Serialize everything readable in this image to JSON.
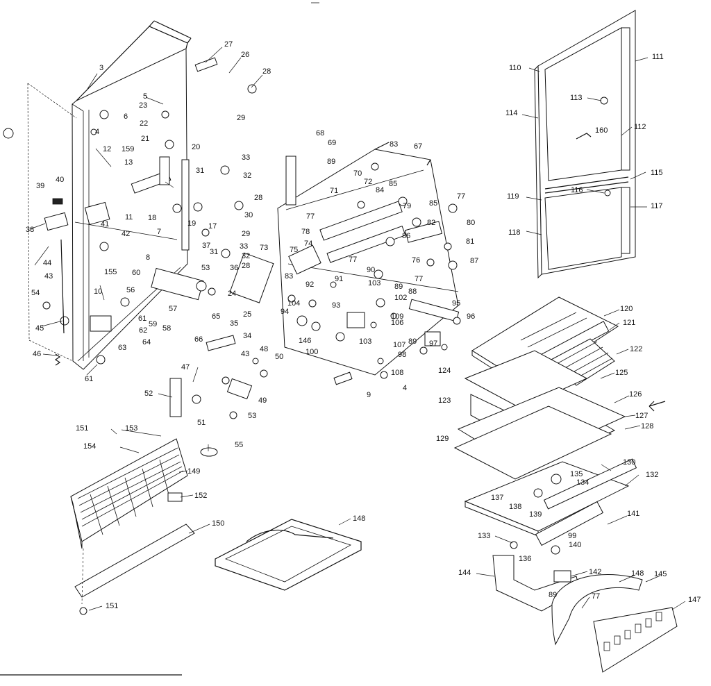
{
  "labels": [
    "3",
    "27",
    "26",
    "28",
    "5",
    "23",
    "29",
    "6",
    "4",
    "22",
    "21",
    "159",
    "20",
    "12",
    "13",
    "33",
    "31",
    "32",
    "39",
    "40",
    "28",
    "11",
    "18",
    "19",
    "17",
    "30",
    "38",
    "41",
    "42",
    "29",
    "7",
    "37",
    "44",
    "43",
    "8",
    "33",
    "31",
    "53",
    "36",
    "28",
    "32",
    "155",
    "60",
    "10",
    "56",
    "57",
    "54",
    "62",
    "61",
    "59",
    "58",
    "65",
    "66",
    "24",
    "25",
    "35",
    "45",
    "64",
    "63",
    "34",
    "46",
    "61",
    "48",
    "43",
    "50",
    "47",
    "52",
    "51",
    "49",
    "53",
    "151",
    "153",
    "154",
    "55",
    "149",
    "152",
    "150",
    "148",
    "151",
    "68",
    "69",
    "83",
    "67",
    "89",
    "70",
    "72",
    "84",
    "85",
    "71",
    "77",
    "79",
    "85",
    "77",
    "82",
    "80",
    "78",
    "74",
    "86",
    "81",
    "75",
    "76",
    "87",
    "77",
    "73",
    "77",
    "90",
    "89",
    "88",
    "83",
    "91",
    "92",
    "103",
    "104",
    "93",
    "102",
    "94",
    "109",
    "95",
    "96",
    "106",
    "146",
    "103",
    "107",
    "89",
    "98",
    "97",
    "100",
    "108",
    "9",
    "4",
    "110",
    "111",
    "113",
    "114",
    "160",
    "112",
    "115",
    "116",
    "119",
    "117",
    "118",
    "120",
    "121",
    "122",
    "124",
    "125",
    "123",
    "126",
    "127",
    "128",
    "129",
    "130",
    "135",
    "134",
    "132",
    "137",
    "138",
    "139",
    "141",
    "133",
    "99",
    "136",
    "140",
    "144",
    "142",
    "89",
    "148",
    "145",
    "77",
    "147"
  ]
}
